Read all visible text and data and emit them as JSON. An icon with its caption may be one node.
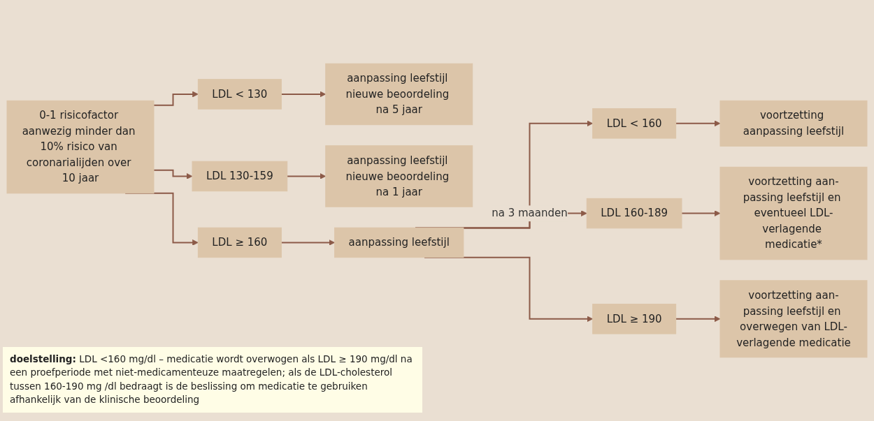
{
  "diagram": {
    "nodes": [
      {
        "text": [
          "0-1 risicofactor aanwezig minder dan 10% risico van coronarialijden over 10 jaar"
        ]
      },
      {
        "text": [
          "LDL < 130"
        ]
      },
      {
        "text": [
          "aanpassing leefstijl nieuwe beoordeling na 5 jaar"
        ]
      },
      {
        "text": [
          "LDL 130-159"
        ]
      },
      {
        "text": [
          "aanpassing leefstijl nieuwe beoordeling na 1 jaar"
        ]
      },
      {
        "text": [
          "LDL ≥ 160"
        ]
      },
      {
        "text": [
          "aanpassing leefstijl"
        ]
      },
      {
        "text": [
          "LDL < 160"
        ]
      },
      {
        "text": [
          "voortzetting aanpassing leefstijl"
        ]
      },
      {
        "text": [
          "LDL 160-189"
        ]
      },
      {
        "text": [
          "voortzetting aan-passing leefstijl en eventueel LDL-verlagende medicatie*"
        ]
      },
      {
        "text": [
          "LDL ≥ 190"
        ]
      },
      {
        "text": [
          "voortzetting aan-passing leefstijl en overwegen van LDL-verlagende medicatie"
        ]
      }
    ],
    "edges": [
      {
        "from": 0,
        "to": 1,
        "arrow": "to"
      },
      {
        "from": 0,
        "to": 3,
        "arrow": "to"
      },
      {
        "from": 0,
        "to": 5,
        "arrow": "to"
      },
      {
        "from": 1,
        "to": 2,
        "arrow": "to"
      },
      {
        "from": 3,
        "to": 4,
        "arrow": "to"
      },
      {
        "from": 5,
        "to": 6,
        "arrow": "to"
      },
      {
        "from": 6,
        "to": 7,
        "arrow": "to"
      },
      {
        "from": 6,
        "to": 9,
        "arrow": "to",
        "label": "na 3 maanden"
      },
      {
        "from": 6,
        "to": 11,
        "arrow": "to"
      },
      {
        "from": 7,
        "to": 8,
        "arrow": "to"
      },
      {
        "from": 9,
        "to": 10,
        "arrow": "to"
      },
      {
        "from": 11,
        "to": 12,
        "arrow": "to"
      }
    ],
    "labels": [
      "**doelstelling:** LDL <160 mg/dl – medicatie wordt overwogen als LDL ≥ 190 mg/dl na een proefperiode met niet-medicamenteuze maatregelen; als de LDL-cholesterol tussen 160-190 mg /dl bedraagt is de beslissing om medicatie te gebruiken afhankelijk van de klinische beoordeling"
    ]
  }
}
